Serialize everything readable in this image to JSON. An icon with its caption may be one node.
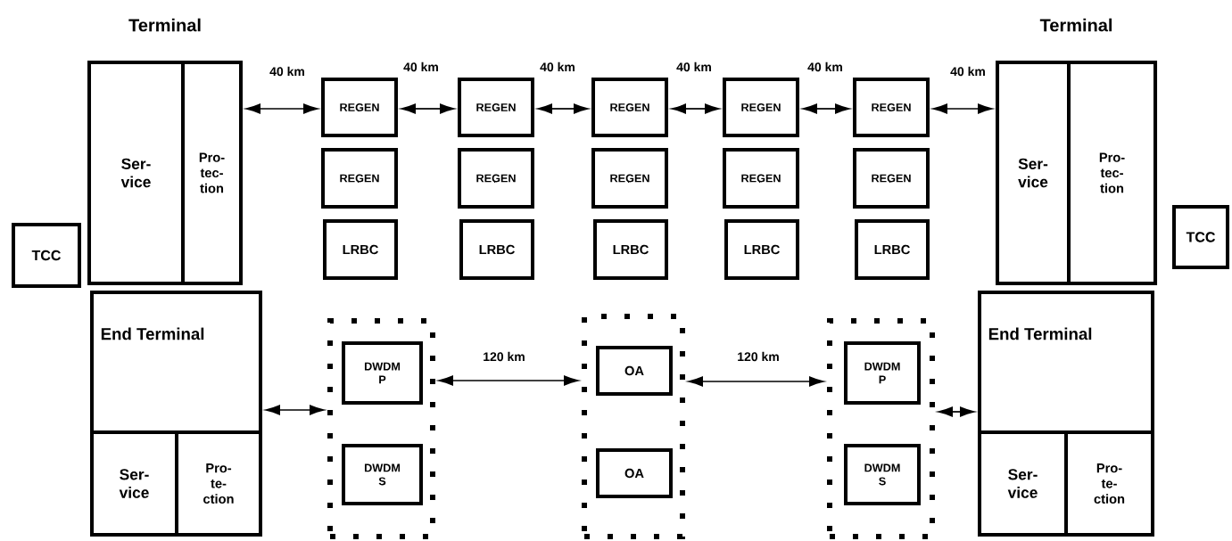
{
  "diagram": {
    "nodes": [
      {
        "text": [
          "Terminal"
        ]
      },
      {
        "text": [
          "Ser- vice"
        ],
        "in": 0
      },
      {
        "text": [
          "Pro- tec- tion"
        ],
        "in": 0
      },
      {
        "text": [
          "REGEN"
        ]
      },
      {
        "text": [
          "REGEN"
        ]
      },
      {
        "text": [
          "REGEN"
        ]
      },
      {
        "text": [
          "REGEN"
        ]
      },
      {
        "text": [
          "REGEN"
        ]
      },
      {
        "text": [
          "Terminal"
        ]
      },
      {
        "text": [
          "Ser- vice"
        ],
        "in": 8
      },
      {
        "text": [
          "Pro- tec- tion"
        ],
        "in": 8
      },
      {
        "text": [
          "REGEN"
        ]
      },
      {
        "text": [
          "REGEN"
        ]
      },
      {
        "text": [
          "REGEN"
        ]
      },
      {
        "text": [
          "REGEN"
        ]
      },
      {
        "text": [
          "REGEN"
        ]
      },
      {
        "text": [
          "TCC"
        ]
      },
      {
        "text": [
          "LRBC"
        ]
      },
      {
        "text": [
          "LRBC"
        ]
      },
      {
        "text": [
          "LRBC"
        ]
      },
      {
        "text": [
          "LRBC"
        ]
      },
      {
        "text": [
          "LRBC"
        ]
      },
      {
        "text": [
          "TCC"
        ]
      },
      {
        "text": [
          "End Terminal"
        ]
      },
      {
        "text": [
          "Ser- vice"
        ],
        "in": 23
      },
      {
        "text": [
          "Pro- te- ction"
        ],
        "in": 23
      },
      {
        "text": [],
        "shape": "box"
      },
      {
        "text": [
          "DWDM P"
        ],
        "in": 26
      },
      {
        "text": [
          "DWDM S"
        ],
        "in": 26
      },
      {
        "text": [],
        "shape": "box"
      },
      {
        "text": [
          "OA"
        ],
        "in": 29
      },
      {
        "text": [
          "OA"
        ],
        "in": 29
      },
      {
        "text": [],
        "shape": "box"
      },
      {
        "text": [
          "DWDM P"
        ],
        "in": 32
      },
      {
        "text": [
          "DWDM S"
        ],
        "in": 32
      },
      {
        "text": [
          "End Terminal"
        ]
      },
      {
        "text": [
          "Ser- vice"
        ],
        "in": 35
      },
      {
        "text": [
          "Pro- te- ction"
        ],
        "in": 35
      }
    ],
    "edges": [
      {
        "from": 0,
        "to": 3,
        "arrow": "both",
        "label": "40 km"
      },
      {
        "from": 3,
        "to": 4,
        "arrow": "both",
        "label": "40 km"
      },
      {
        "from": 4,
        "to": 5,
        "arrow": "both",
        "label": "40 km"
      },
      {
        "from": 5,
        "to": 6,
        "arrow": "both",
        "label": "40 km"
      },
      {
        "from": 6,
        "to": 7,
        "arrow": "both",
        "label": "40 km"
      },
      {
        "from": 7,
        "to": 8,
        "arrow": "both",
        "label": "40 km"
      },
      {
        "from": 23,
        "to": 26,
        "arrow": "both"
      },
      {
        "from": 26,
        "to": 29,
        "arrow": "both",
        "label": "120 km"
      },
      {
        "from": 29,
        "to": 32,
        "arrow": "both",
        "label": "120 km"
      },
      {
        "from": 32,
        "to": 35,
        "arrow": "both"
      }
    ]
  }
}
